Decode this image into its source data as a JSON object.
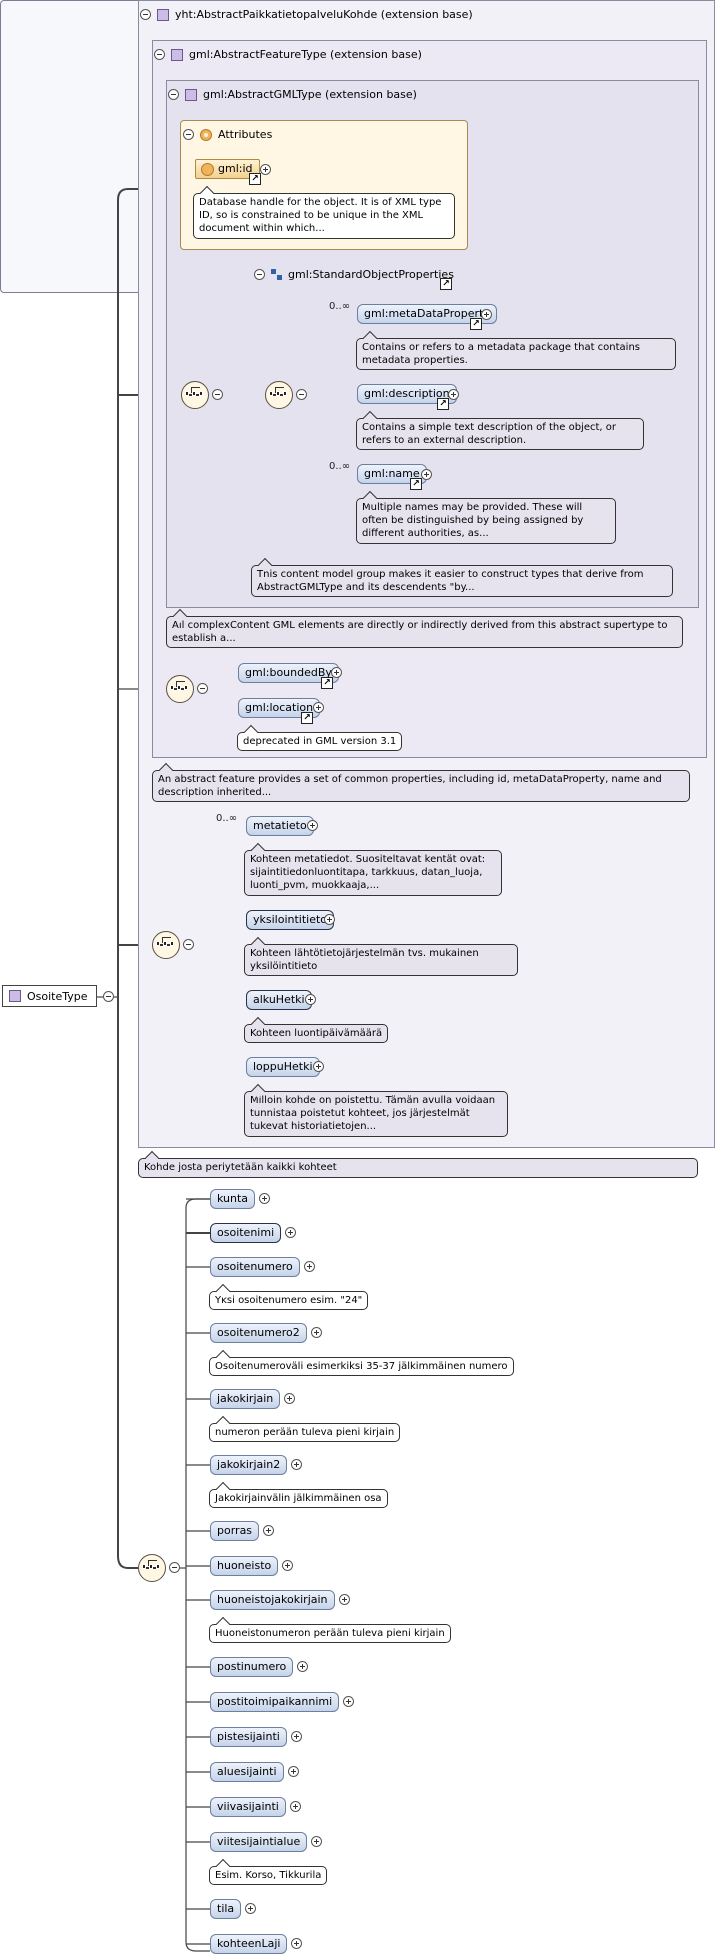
{
  "root": {
    "label": "OsoiteType"
  },
  "ext_paikka": {
    "title": "yht:AbstractPaikkatietopalveluKohde (extension base)"
  },
  "ext_feature": {
    "title": "gml:AbstractFeatureType (extension base)"
  },
  "ext_gml": {
    "title": "gml:AbstractGMLType (extension base)"
  },
  "attributes": {
    "title": "Attributes",
    "id_label": "gml:id",
    "id_doc": "Database handle for the object. It is of XML type ID, so is constrained to be unique in the XML document within which..."
  },
  "std_props": {
    "title": "gml:StandardObjectProperties",
    "items": [
      {
        "label": "gml:metaDataProperty",
        "mult": "0..∞",
        "doc": "Contains or refers to a metadata package that contains metadata properties."
      },
      {
        "label": "gml:description",
        "mult": "",
        "doc": "Contains a simple text description of the object, or refers to an external description."
      },
      {
        "label": "gml:name",
        "mult": "0..∞",
        "doc": "Multiple names may be provided. These will often be distinguished by being assigned by different authorities, as..."
      }
    ],
    "doc": "This content model group makes it easier to construct types that derive from AbstractGMLType and its descendents \"by..."
  },
  "gml_doc": "All complexContent GML elements are directly or indirectly derived from this abstract supertype to establish a...",
  "feature_seq": [
    {
      "label": "gml:boundedBy"
    },
    {
      "label": "gml:location",
      "doc": "deprecated in GML version 3.1"
    }
  ],
  "feature_doc": "An abstract feature provides a set of common properties, including id, metaDataProperty, name and description inherited...",
  "paikka_seq": [
    {
      "label": "metatieto",
      "mult": "0..∞",
      "doc": "Kohteen metatiedot. Suositeltavat kentät ovat: sijaintitiedonluontitapa, tarkkuus, datan_luoja, luonti_pvm, muokkaaja,..."
    },
    {
      "label": "yksilointitieto",
      "doc": "Kohteen lähtötietojärjestelmän tvs. mukainen yksilöintitieto"
    },
    {
      "label": "alkuHetki",
      "doc": "Kohteen luontipäivämäärä"
    },
    {
      "label": "loppuHetki",
      "doc": "Milloin kohde on poistettu. Tämän avulla voidaan tunnistaa poistetut kohteet, jos järjestelmät tukevat historiatietojen..."
    }
  ],
  "paikka_doc": "Kohde josta periytetään kaikki kohteet",
  "osoite_seq": [
    {
      "label": "kunta"
    },
    {
      "label": "osoitenimi"
    },
    {
      "label": "osoitenumero",
      "doc": "Yksi osoitenumero esim. \"24\""
    },
    {
      "label": "osoitenumero2",
      "doc": "Osoitenumeroväli esimerkiksi 35-37 jälkimmäinen numero"
    },
    {
      "label": "jakokirjain",
      "doc": "numeron perään tuleva pieni kirjain"
    },
    {
      "label": "jakokirjain2",
      "doc": "Jakokirjainvälin jälkimmäinen osa"
    },
    {
      "label": "porras"
    },
    {
      "label": "huoneisto"
    },
    {
      "label": "huoneistojakokirjain",
      "doc": "Huoneistonumeron perään tuleva pieni kirjain"
    },
    {
      "label": "postinumero"
    },
    {
      "label": "postitoimipaikannimi"
    },
    {
      "label": "pistesijainti"
    },
    {
      "label": "aluesijainti"
    },
    {
      "label": "viivasijainti"
    },
    {
      "label": "viitesijaintialue",
      "doc": "Esim. Korso, Tikkurila"
    },
    {
      "label": "tila"
    },
    {
      "label": "kohteenLaji"
    }
  ]
}
